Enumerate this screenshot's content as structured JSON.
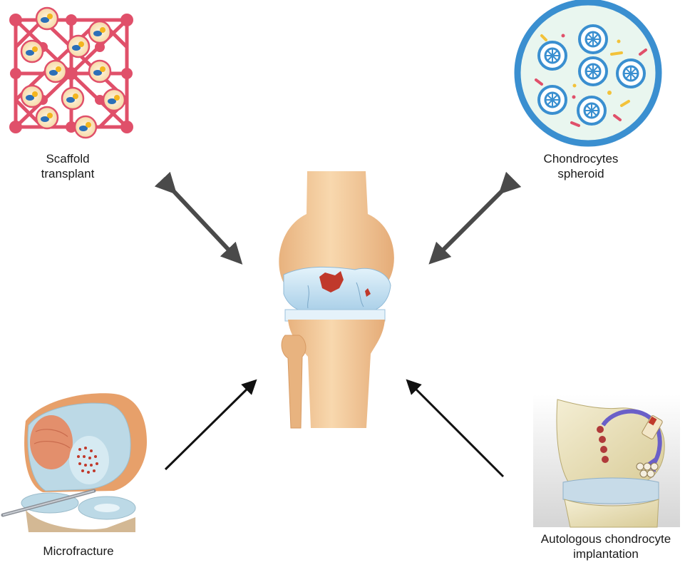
{
  "labels": {
    "scaffold": [
      "Scaffold",
      "transplant"
    ],
    "chondrocytes": [
      "Chondrocytes",
      "spheroid"
    ],
    "microfracture": [
      "Microfracture"
    ],
    "autologous": [
      "Autologous chondrocyte",
      "implantation"
    ]
  },
  "colors": {
    "scaffold": "#e0506a",
    "spheroid_ring": "#3a8fd0",
    "spheroid_fill": "#e9f6ef",
    "bone": "#f3c99a",
    "cartilage": "#cfe6f5",
    "lesion": "#c0392b",
    "arrow_dark": "#4a4a4a",
    "arrow_black": "#111111"
  },
  "icons": [
    "scaffold-lattice-icon",
    "chondrocyte-spheroid-icon",
    "knee-joint-icon",
    "microfracture-knee-icon",
    "aci-knee-icon"
  ]
}
